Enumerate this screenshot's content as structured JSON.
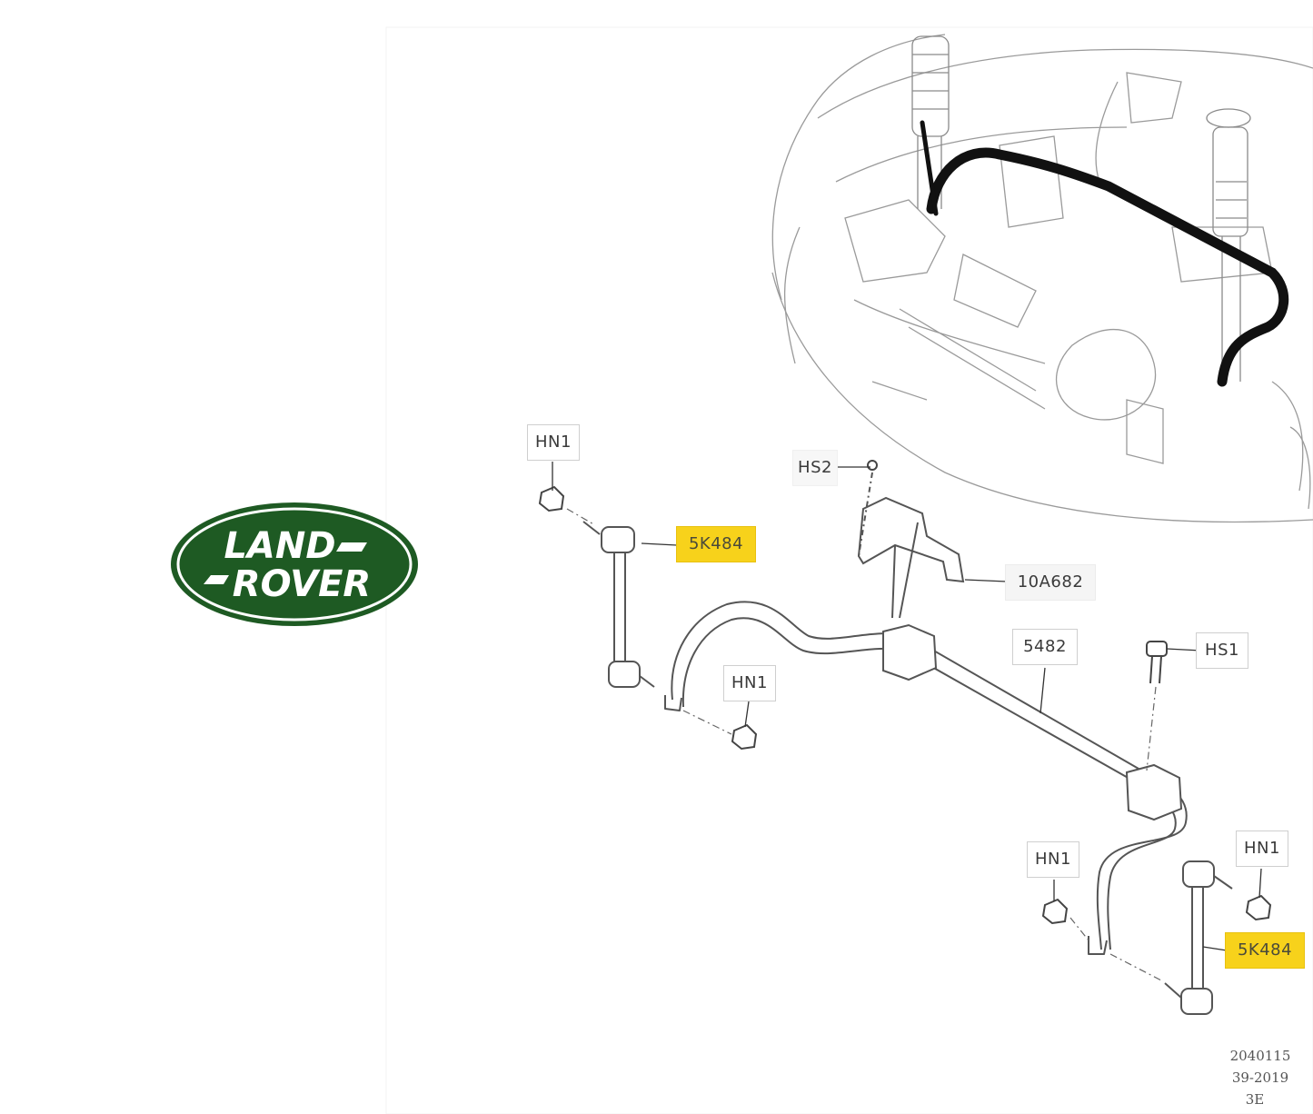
{
  "brand": {
    "line1": "LAND",
    "line2": "ROVER",
    "color": "#1e5a23",
    "ring_color": "#ffffff"
  },
  "callouts": {
    "hn1_top": "HN1",
    "sk484_top": "5K484",
    "hs2": "HS2",
    "a10682": "10A682",
    "hn1_mid": "HN1",
    "k5482": "5482",
    "hs1": "HS1",
    "hn1_bl": "HN1",
    "hn1_br": "HN1",
    "sk484_bottom": "5K484"
  },
  "highlight_color": "#f7d21b",
  "reference": {
    "line1": "2040115",
    "line2": "39-2019",
    "line3": "3E"
  }
}
